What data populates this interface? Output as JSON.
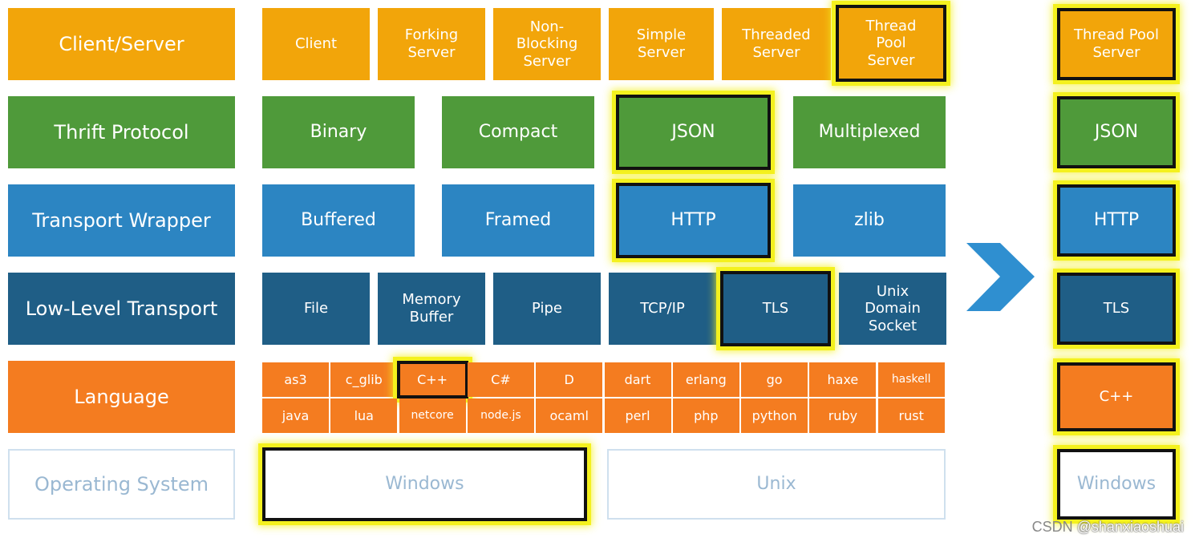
{
  "categories": {
    "client_server": "Client/Server",
    "thrift_protocol": "Thrift Protocol",
    "transport_wrapper": "Transport Wrapper",
    "low_level_transport": "Low-Level Transport",
    "language": "Language",
    "operating_system": "Operating System"
  },
  "client_server": {
    "client": "Client",
    "forking": "Forking\nServer",
    "nonblocking": "Non-\nBlocking\nServer",
    "simple": "Simple\nServer",
    "threaded": "Threaded\nServer",
    "threadpool": "Thread\nPool\nServer"
  },
  "protocol": {
    "binary": "Binary",
    "compact": "Compact",
    "json": "JSON",
    "multiplexed": "Multiplexed"
  },
  "wrapper": {
    "buffered": "Buffered",
    "framed": "Framed",
    "http": "HTTP",
    "zlib": "zlib"
  },
  "low_level": {
    "file": "File",
    "memory": "Memory\nBuffer",
    "pipe": "Pipe",
    "tcpip": "TCP/IP",
    "tls": "TLS",
    "unix_socket": "Unix\nDomain\nSocket"
  },
  "languages": {
    "row1": [
      "as3",
      "c_glib",
      "C++",
      "C#",
      "D",
      "dart",
      "erlang",
      "go",
      "haxe",
      "haskell"
    ],
    "row2": [
      "java",
      "lua",
      "netcore",
      "node.js",
      "ocaml",
      "perl",
      "php",
      "python",
      "ruby",
      "rust"
    ]
  },
  "os": {
    "windows": "Windows",
    "unix": "Unix"
  },
  "result": {
    "server": "Thread Pool\nServer",
    "protocol": "JSON",
    "wrapper": "HTTP",
    "transport": "TLS",
    "language": "C++",
    "os": "Windows"
  },
  "watermark": {
    "prefix": "CSDN ",
    "handle": "@shanxiaoshuai"
  },
  "colors": {
    "client_server": "#f2a50a",
    "protocol": "#4f9a3a",
    "wrapper": "#2c85c2",
    "low_level": "#1f5e86",
    "language": "#f47c20",
    "highlight": "#f4f11e",
    "arrow": "#2f8fd0"
  }
}
